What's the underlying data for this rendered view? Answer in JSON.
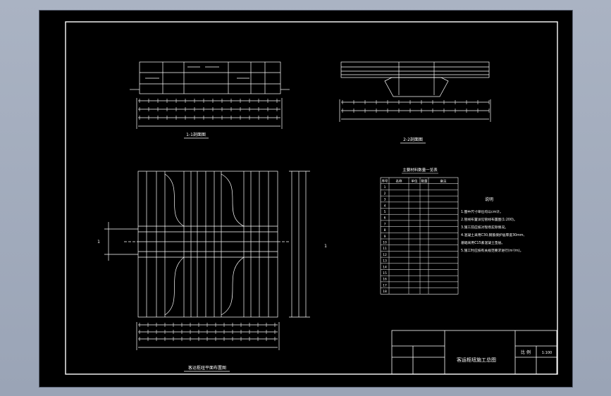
{
  "title_block": {
    "drawing_title": "客运枢纽施工总图",
    "scale_label": "比 例",
    "scale_value": "1:100"
  },
  "views": {
    "section_1": "1-1剖面图",
    "section_2": "2-2剖面图",
    "plan": "客运枢纽平面布置图",
    "section_mark": "1"
  },
  "notes": {
    "heading": "说明",
    "lines": [
      "1.图中尺寸单位均以cm计。",
      "2.管线布置详见管线布置图(1:200)。",
      "3.施工前应核对现场实际情况。",
      "4.混凝土采用C30,钢筋保护层厚度30mm,",
      "  基础采用C15素混凝土垫层。",
      "5.施工时应按有关规范要求进行(m²/m)。"
    ]
  },
  "material_table": {
    "title": "主要材料数量一览表",
    "headers": [
      "序号",
      "名称",
      "单位",
      "数量",
      "备注"
    ],
    "rows": [
      [
        "1",
        "",
        "",
        "",
        ""
      ],
      [
        "2",
        "",
        "",
        "",
        ""
      ],
      [
        "3",
        "",
        "",
        "",
        ""
      ],
      [
        "4",
        "",
        "",
        "",
        ""
      ],
      [
        "5",
        "",
        "",
        "",
        ""
      ],
      [
        "6",
        "",
        "",
        "",
        ""
      ],
      [
        "7",
        "",
        "",
        "",
        ""
      ],
      [
        "8",
        "",
        "",
        "",
        ""
      ],
      [
        "9",
        "",
        "",
        "",
        ""
      ],
      [
        "10",
        "",
        "",
        "",
        ""
      ],
      [
        "11",
        "",
        "",
        "",
        ""
      ],
      [
        "12",
        "",
        "",
        "",
        ""
      ],
      [
        "13",
        "",
        "",
        "",
        ""
      ],
      [
        "14",
        "",
        "",
        "",
        ""
      ],
      [
        "15",
        "",
        "",
        "",
        ""
      ],
      [
        "16",
        "",
        "",
        "",
        ""
      ],
      [
        "17",
        "",
        "",
        "",
        ""
      ],
      [
        "18",
        "",
        "",
        "",
        ""
      ]
    ]
  },
  "colors": {
    "background": "#000000",
    "line": "#ffffff",
    "frame": "#ffffff",
    "window": "#9aa4b6"
  }
}
